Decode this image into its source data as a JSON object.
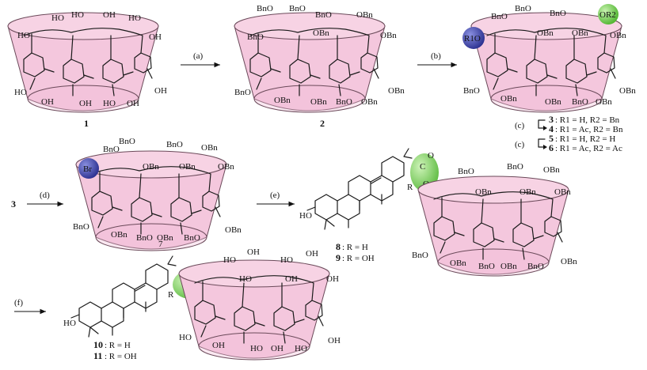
{
  "steps": {
    "a": "(a)",
    "b": "(b)",
    "c1": "(c)",
    "c2": "(c)",
    "d": "(d)",
    "e": "(e)",
    "f": "(f)"
  },
  "compounds": {
    "c1": "1",
    "c2": "2",
    "c3": "3",
    "c3_lead": "3"
  },
  "legend": {
    "line3": {
      "num": "3",
      "text": ": R1 = H, R2 = Bn"
    },
    "line4": {
      "num": "4",
      "text": ": R1 = Ac, R2 = Bn"
    },
    "line5": {
      "num": "5",
      "text": ": R1 = H, R2 = H"
    },
    "line6": {
      "num": "6",
      "text": ": R1 = Ac, R2 = Ac"
    },
    "line8": {
      "num": "8",
      "text": ": R = H"
    },
    "line9": {
      "num": "9",
      "text": ": R = OH"
    },
    "line10": {
      "num": "10",
      "text": ": R = H"
    },
    "line11": {
      "num": "11",
      "text": ": R = OH"
    }
  },
  "groups": {
    "ho": "HO",
    "oh": "OH",
    "bno": "BnO",
    "obn": "OBn",
    "br": "Br",
    "r1o": "R1O",
    "or2": "OR2",
    "o": "O",
    "c": "C",
    "r": "R",
    "seven": "7"
  },
  "colors": {
    "cone": "#f4c7dd",
    "blue_ball": "#3b3fa8",
    "green_ball": "#6fce4a"
  }
}
